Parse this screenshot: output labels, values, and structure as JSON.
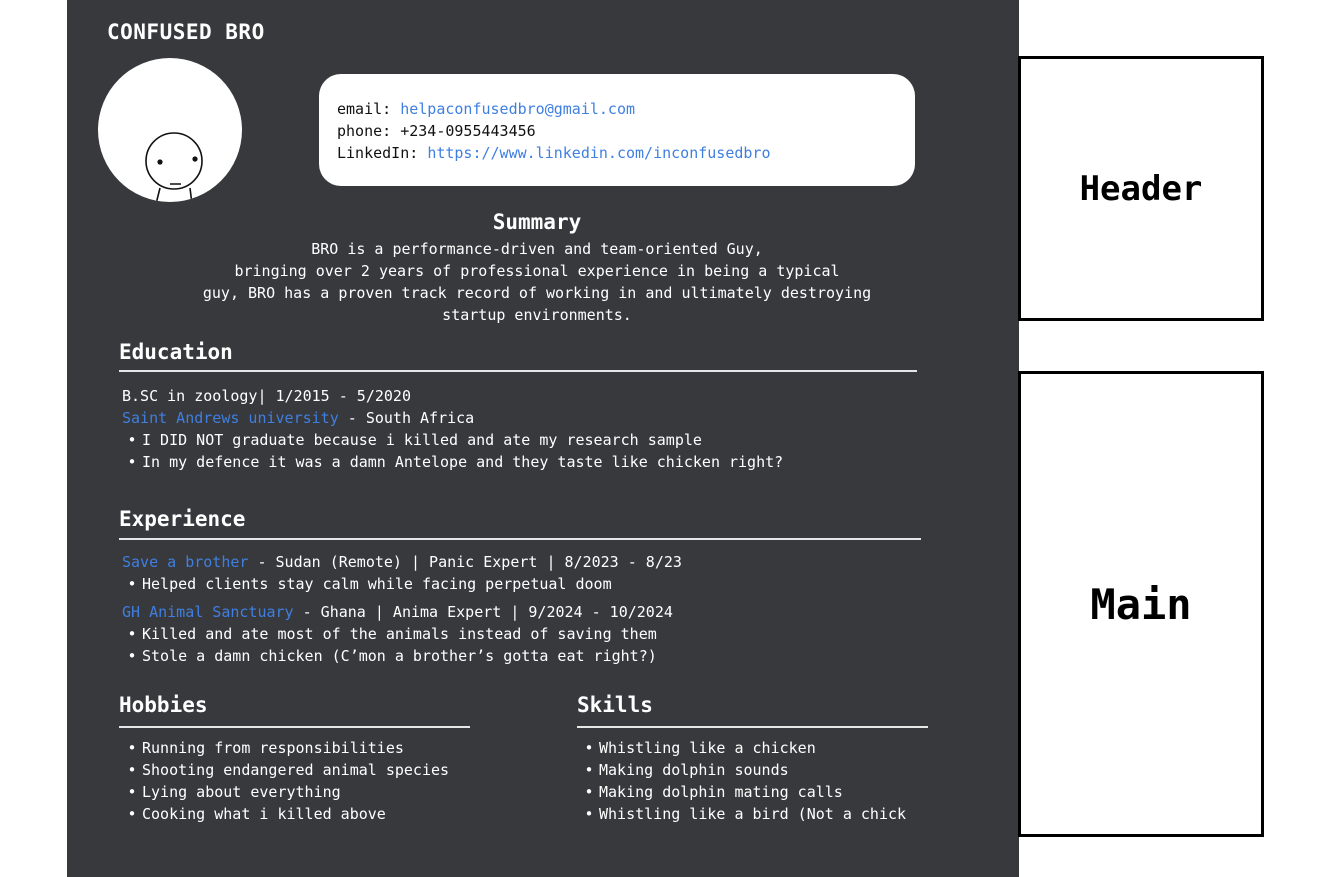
{
  "resume": {
    "name": "CONFUSED BRO",
    "contact": {
      "email_label": "email:",
      "email": "helpaconfusedbro@gmail.com",
      "phone_label": "phone:",
      "phone": "+234-0955443456",
      "linkedin_label": "LinkedIn:",
      "linkedin": "https://www.linkedin.com/inconfusedbro"
    },
    "summary": {
      "title": "Summary",
      "lines": [
        "BRO is a performance-driven and team-oriented Guy,",
        "bringing over 2 years of professional experience in being a typical",
        "guy, BRO has a proven track record of working in and ultimately destroying",
        "startup environments."
      ]
    },
    "education": {
      "title": "Education",
      "degree": "B.SC in zoology| 1/2015 - 5/2020",
      "school": "Saint Andrews university",
      "location": " - South Africa",
      "bullets": [
        "I DID NOT graduate because i killed and ate my research sample",
        "In my defence it was a damn Antelope and they taste like chicken right?"
      ]
    },
    "experience": {
      "title": "Experience",
      "jobs": [
        {
          "company": "Save a brother",
          "details": " - Sudan (Remote) | Panic Expert | 8/2023 - 8/23",
          "bullets": [
            "Helped clients stay calm while facing perpetual doom"
          ]
        },
        {
          "company": "GH Animal Sanctuary",
          "details": " - Ghana | Anima Expert | 9/2024 - 10/2024",
          "bullets": [
            "Killed and ate most of the animals instead of saving them",
            "Stole a damn chicken (C’mon a brother’s gotta eat right?)"
          ]
        }
      ]
    },
    "hobbies": {
      "title": "Hobbies",
      "items": [
        "Running from responsibilities",
        "Shooting endangered animal species",
        "Lying about everything",
        "Cooking what i killed above"
      ]
    },
    "skills": {
      "title": "Skills",
      "items": [
        "Whistling like a chicken",
        "Making dolphin sounds",
        "Making dolphin mating calls",
        "Whistling like a bird (Not a chick"
      ]
    }
  },
  "annotations": {
    "header_label": "Header",
    "main_label": "Main"
  },
  "colors": {
    "panel_bg": "#38393d",
    "link": "#3f7fe0",
    "text": "#ffffff"
  }
}
